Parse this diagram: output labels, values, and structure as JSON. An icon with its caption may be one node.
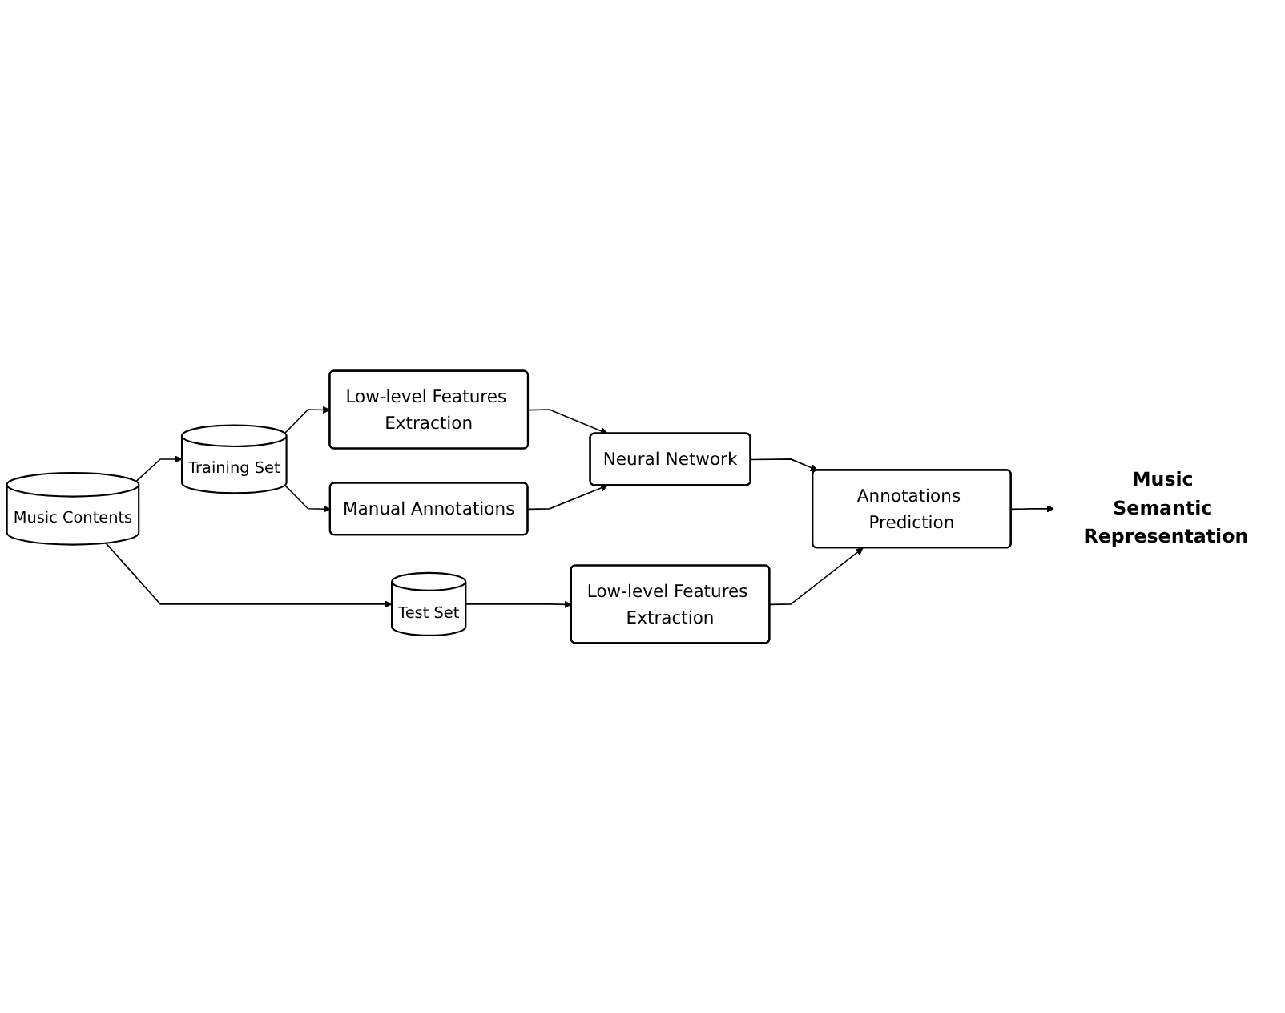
{
  "diagram": {
    "nodes": [
      {
        "text": [
          "Music Contents"
        ]
      },
      {
        "text": [
          "Training Set"
        ]
      },
      {
        "text": [
          "Low-level Features Extraction"
        ]
      },
      {
        "text": [
          "Manual Annotations"
        ]
      },
      {
        "text": [
          "Neural Network"
        ]
      },
      {
        "text": [
          "Test Set"
        ]
      },
      {
        "text": [
          "Low-level Features Extraction"
        ]
      },
      {
        "text": [
          "Annotations Prediction"
        ]
      },
      {
        "text": [
          "Music Semantic Representation"
        ]
      }
    ],
    "edges": [
      {
        "from": 0,
        "to": 1,
        "arrow": "to"
      },
      {
        "from": 0,
        "to": 5,
        "arrow": "to"
      },
      {
        "from": 1,
        "to": 2,
        "arrow": "to"
      },
      {
        "from": 1,
        "to": 3,
        "arrow": "to"
      },
      {
        "from": 2,
        "to": 4,
        "arrow": "to"
      },
      {
        "from": 3,
        "to": 4,
        "arrow": "to"
      },
      {
        "from": 4,
        "to": 7,
        "arrow": "to"
      },
      {
        "from": 5,
        "to": 6,
        "arrow": "to"
      },
      {
        "from": 6,
        "to": 7,
        "arrow": "to"
      },
      {
        "from": 7,
        "to": 8,
        "arrow": "to"
      }
    ]
  }
}
